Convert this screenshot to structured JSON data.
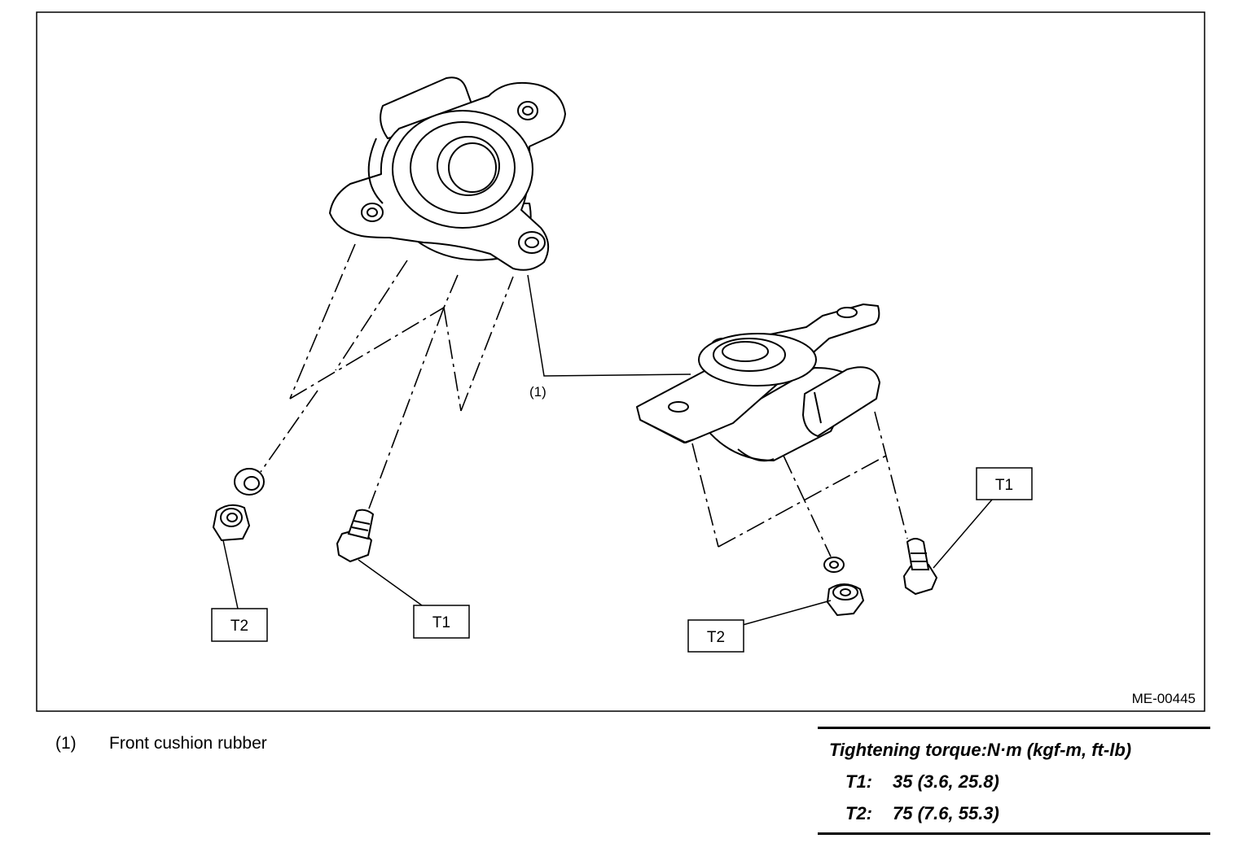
{
  "figure": {
    "callouts": {
      "part_1": "(1)",
      "t1_left": "T1",
      "t2_left": "T2",
      "t1_right": "T1",
      "t2_right": "T2"
    },
    "figure_code": "ME-00445"
  },
  "legend": {
    "items": [
      {
        "number": "(1)",
        "label": "Front cushion rubber"
      }
    ]
  },
  "torque_table": {
    "heading": "Tightening torque:N·m (kgf-m, ft-lb)",
    "rows": [
      {
        "key": "T1:",
        "value": "35 (3.6, 25.8)"
      },
      {
        "key": "T2:",
        "value": "75 (7.6, 55.3)"
      }
    ]
  }
}
